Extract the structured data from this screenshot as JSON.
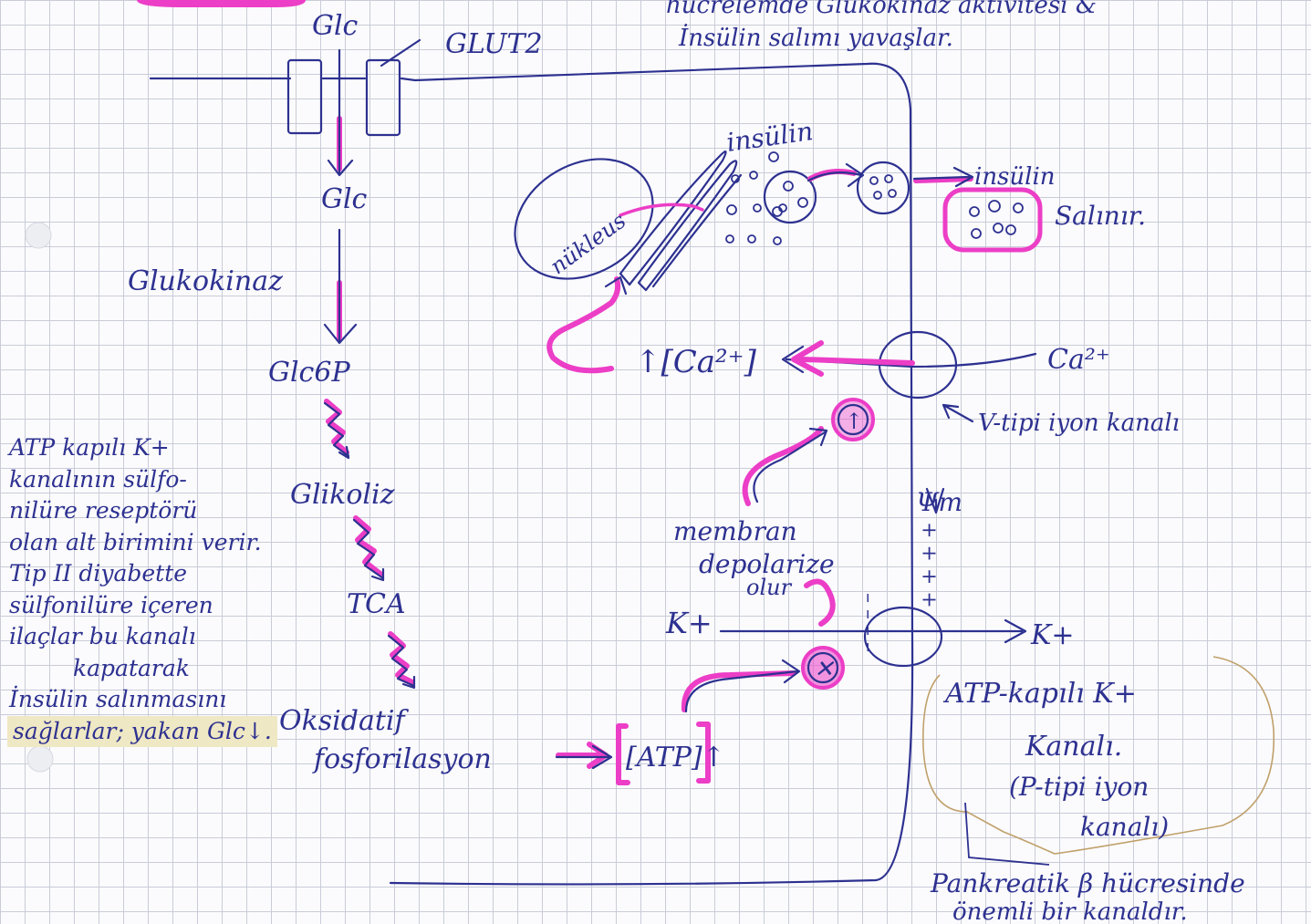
{
  "colors": {
    "ink": "#2d3190",
    "highlighter": "#ec3ec6",
    "paper": "#fbfbfd",
    "grid": "#c9ccd8",
    "note_highlight": "#efe8c4"
  },
  "top_note": {
    "line1": "hücrelemde Glukokinaz aktivitesi &",
    "line2": "İnsülin salımı yavaşlar."
  },
  "transporter": {
    "label": "GLUT2"
  },
  "pathway": {
    "glc_out": "Glc",
    "glc_in": "Glc",
    "enzyme": "Glukokinaz",
    "g6p": "Glc6P",
    "glycolysis": "Glikoliz",
    "tca": "TCA",
    "oxphos_1": "Oksidatif",
    "oxphos_2": "fosforilasyon",
    "atp": "[ATP]↑"
  },
  "secretion": {
    "nucleus": "nükleus",
    "insulin_top": "insülin",
    "insulin_out": "insülin",
    "released": "Salınır."
  },
  "calcium": {
    "inside": "↑[Ca²⁺]",
    "outside": "Ca²⁺",
    "channel_label": "V-tipi iyon kanalı",
    "up_symbol": "↑"
  },
  "membrane": {
    "potential": "Ψm",
    "line1": "membran",
    "line2": "depolarize",
    "line3": "olur",
    "minus_signs": "– – – –",
    "plus_signs": "+ + + +"
  },
  "potassium": {
    "inside": "K+",
    "outside": "K+",
    "block_symbol": "✕"
  },
  "katp": {
    "line1": "ATP-kapılı K+",
    "line2": "Kanalı.",
    "line3": "(P-tipi iyon",
    "line4": "kanalı)"
  },
  "bottom_note": {
    "line1": "Pankreatik β hücresinde",
    "line2": "önemli bir kanaldır."
  },
  "side_note": {
    "lines": [
      "ATP kapılı K+",
      "kanalının sülfo-",
      "nilüre reseptörü",
      "olan alt birimini verir.",
      "Tip II diyabette",
      "sülfonilüre içeren",
      "ilaçlar bu kanalı",
      "kapatarak",
      "İnsülin salınmasını",
      "sağlarlar; yakan Glc↓."
    ]
  }
}
